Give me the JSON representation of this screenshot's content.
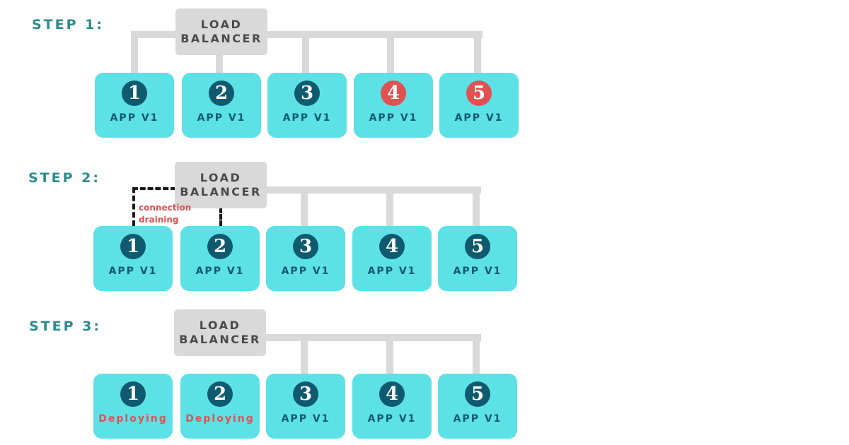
{
  "load_balancer": {
    "line1": "LOAD",
    "line2": "BALANCER"
  },
  "steps": [
    {
      "label": "STEP 1:",
      "apps": [
        {
          "number": "1",
          "status": "APP V1",
          "number_color": "#0f5a6e",
          "status_color": "#0f5a6e"
        },
        {
          "number": "2",
          "status": "APP V1",
          "number_color": "#0f5a6e",
          "status_color": "#0f5a6e"
        },
        {
          "number": "3",
          "status": "APP V1",
          "number_color": "#0f5a6e",
          "status_color": "#0f5a6e"
        },
        {
          "number": "4",
          "status": "APP V1",
          "number_color": "#e05252",
          "status_color": "#0f5a6e"
        },
        {
          "number": "5",
          "status": "APP V1",
          "number_color": "#e05252",
          "status_color": "#0f5a6e"
        }
      ]
    },
    {
      "label": "STEP 2:",
      "annotation_line1": "connection",
      "annotation_line2": "draining",
      "apps": [
        {
          "number": "1",
          "status": "APP V1",
          "number_color": "#0f5a6e",
          "status_color": "#0f5a6e"
        },
        {
          "number": "2",
          "status": "APP V1",
          "number_color": "#0f5a6e",
          "status_color": "#0f5a6e"
        },
        {
          "number": "3",
          "status": "APP V1",
          "number_color": "#0f5a6e",
          "status_color": "#0f5a6e"
        },
        {
          "number": "4",
          "status": "APP V1",
          "number_color": "#0f5a6e",
          "status_color": "#0f5a6e"
        },
        {
          "number": "5",
          "status": "APP V1",
          "number_color": "#0f5a6e",
          "status_color": "#0f5a6e"
        }
      ]
    },
    {
      "label": "STEP 3:",
      "apps": [
        {
          "number": "1",
          "status": "Deploying",
          "number_color": "#0f5a6e",
          "status_color": "#e05252"
        },
        {
          "number": "2",
          "status": "Deploying",
          "number_color": "#0f5a6e",
          "status_color": "#e05252"
        },
        {
          "number": "3",
          "status": "APP V1",
          "number_color": "#0f5a6e",
          "status_color": "#0f5a6e"
        },
        {
          "number": "4",
          "status": "APP V1",
          "number_color": "#0f5a6e",
          "status_color": "#0f5a6e"
        },
        {
          "number": "5",
          "status": "APP V1",
          "number_color": "#0f5a6e",
          "status_color": "#0f5a6e"
        }
      ]
    }
  ],
  "colors": {
    "app_fill": "#5ce1e6",
    "load_balancer_fill": "#d9d9d9",
    "connector": "#d9d9d9",
    "label": "#2e8a8c",
    "accent_red": "#e05252",
    "number_dark": "#0f5a6e"
  }
}
